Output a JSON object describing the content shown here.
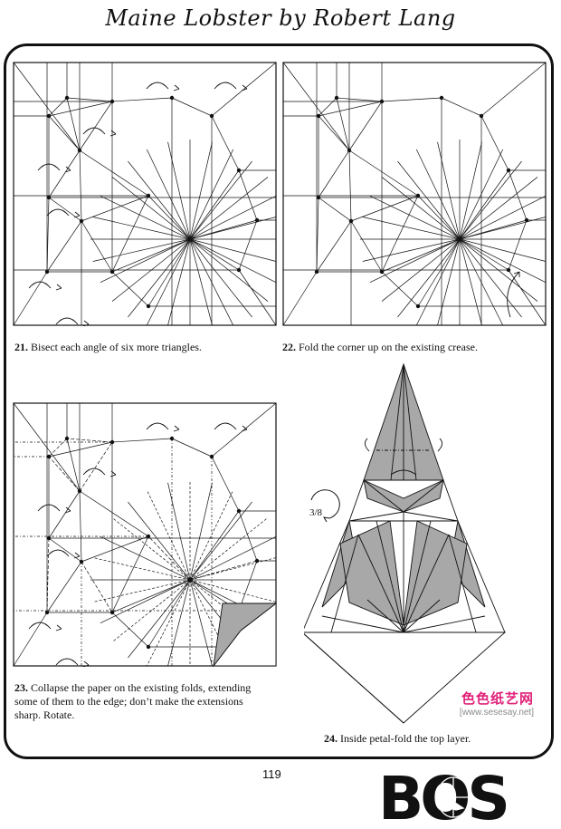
{
  "header": {
    "title": "Maine Lobster by Robert Lang"
  },
  "steps": [
    {
      "number": "21.",
      "text": "Bisect each angle of six more triangles."
    },
    {
      "number": "22.",
      "text": "Fold the corner up on the existing crease."
    },
    {
      "number": "23.",
      "line1": "Collapse the paper on the existing folds, extending",
      "line2": "some of them to the edge; don’t make the extensions",
      "line3": "sharp. Rotate."
    },
    {
      "number": "24.",
      "text": "Inside petal-fold the top layer."
    }
  ],
  "rotation_symbol": "3/8",
  "page_number": "119",
  "watermark": {
    "site_name": "色色纸艺网",
    "url": "[www.sesesay.net]"
  },
  "logo": {
    "text": "BOS"
  },
  "colors": {
    "ink": "#111111",
    "shade": "#a8a8a8",
    "watermark": "#e0227a"
  }
}
